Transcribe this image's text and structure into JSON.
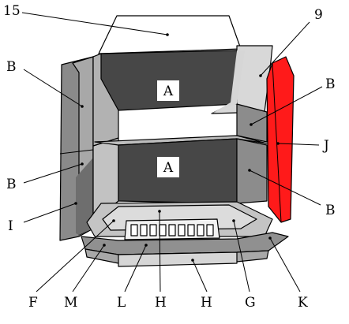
{
  "labels": {
    "l15": "15",
    "l9": "9",
    "b_top_left": "B",
    "b_top_right": "B",
    "b_mid_left": "B",
    "j": "J",
    "b_bottom_right": "B",
    "i": "I",
    "a_upper": "A",
    "a_lower": "A",
    "f": "F",
    "m": "M",
    "l": "L",
    "h_left": "H",
    "h_right": "H",
    "g": "G",
    "k": "K"
  },
  "colors": {
    "dark_panel": "#474747",
    "mid_panel": "#8c8c8c",
    "light_panel": "#c4c4c4",
    "lightest": "#dcdcdc",
    "red_panel": "#ff1a1a",
    "outline": "#000000"
  }
}
